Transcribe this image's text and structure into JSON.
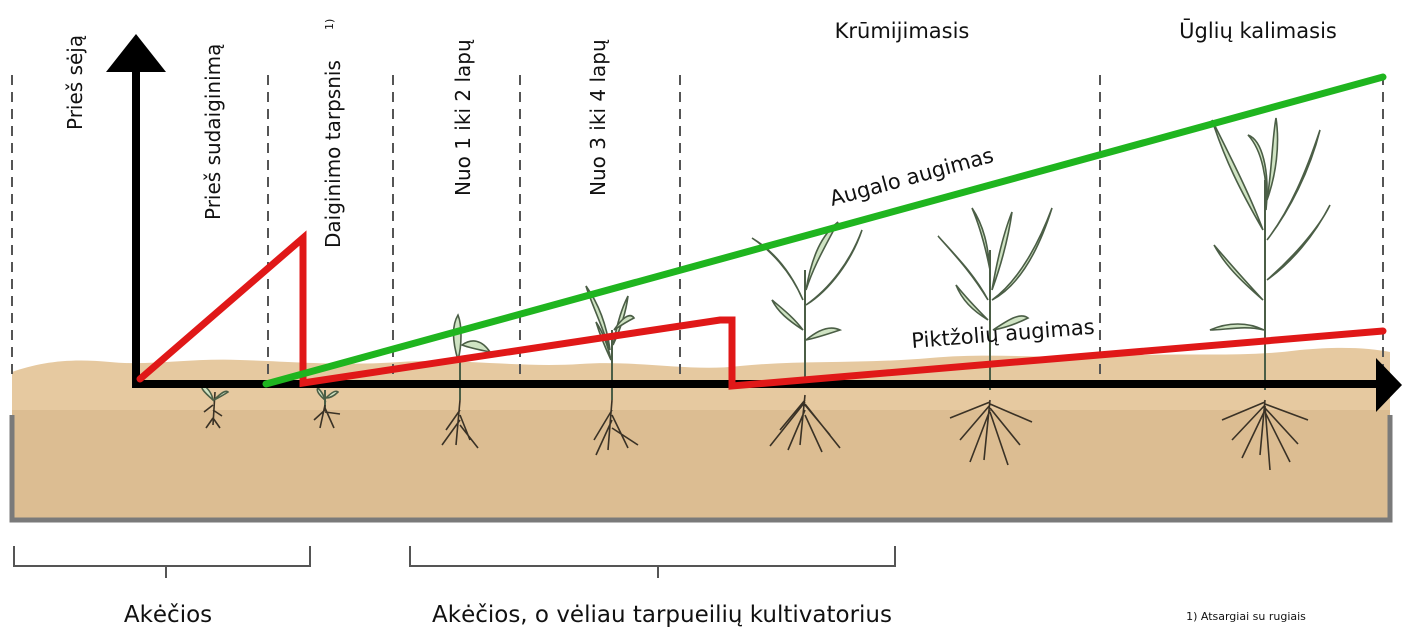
{
  "stages": [
    {
      "label": "Prieš sėją"
    },
    {
      "label": "Prieš sudaiginimą"
    },
    {
      "label": "Daiginimo tarpsnis"
    },
    {
      "label": "Nuo 1 iki 2 lapų"
    },
    {
      "label": "Nuo 3 iki 4 lapų"
    }
  ],
  "stage_footnote_marker": "1)",
  "top_labels": {
    "tillering": "Krūmijimasis",
    "stem_elongation": "Ūglių kalimasis"
  },
  "curves": {
    "crop": {
      "label": "Augalo augimas",
      "color": "#1fb51f"
    },
    "weed": {
      "label": "Piktžolių augimas",
      "color": "#e01818"
    }
  },
  "soil_color": "#e6c9a0",
  "bottom_groups": {
    "harrows": "Akėčios",
    "harrows_then_cultivator": "Akėčios, o vėliau tarpueilių kultivatorius"
  },
  "footnote": "1) Atsargiai su rugiais"
}
